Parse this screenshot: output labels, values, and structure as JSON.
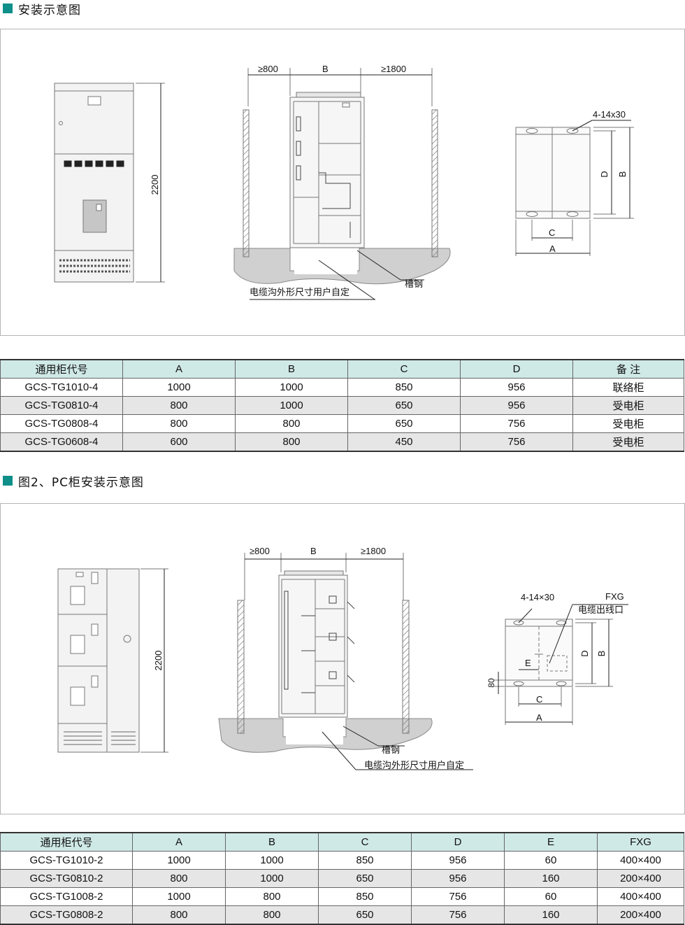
{
  "section1": {
    "title": "安装示意图",
    "labels": {
      "dim_left": "≥800",
      "dim_b": "B",
      "dim_right": "≥1800",
      "height": "2200",
      "channel_steel": "槽钢",
      "cable_trench": "电缆沟外形尺寸用户自定",
      "holes": "4-14x30",
      "c": "C",
      "a": "A",
      "d": "D",
      "b": "B"
    }
  },
  "table1": {
    "headers": [
      "通用柜代号",
      "A",
      "B",
      "C",
      "D",
      "备 注"
    ],
    "rows": [
      [
        "GCS-TG1010-4",
        "1000",
        "1000",
        "850",
        "956",
        "联络柜"
      ],
      [
        "GCS-TG0810-4",
        "800",
        "1000",
        "650",
        "956",
        "受电柜"
      ],
      [
        "GCS-TG0808-4",
        "800",
        "800",
        "650",
        "756",
        "受电柜"
      ],
      [
        "GCS-TG0608-4",
        "600",
        "800",
        "450",
        "756",
        "受电柜"
      ]
    ]
  },
  "section2": {
    "title": "图2、PC柜安装示意图",
    "labels": {
      "dim_left": "≥800",
      "dim_b": "B",
      "dim_right": "≥1800",
      "height": "2200",
      "channel_steel": "槽钢",
      "cable_trench": "电缆沟外形尺寸用户自定",
      "holes": "4-14×30",
      "fxg": "FXG",
      "outlet": "电缆出线口",
      "e": "E",
      "d": "D",
      "b": "B",
      "eighty": "80",
      "c": "C",
      "a": "A"
    }
  },
  "table2": {
    "headers": [
      "通用柜代号",
      "A",
      "B",
      "C",
      "D",
      "E",
      "FXG"
    ],
    "rows": [
      [
        "GCS-TG1010-2",
        "1000",
        "1000",
        "850",
        "956",
        "60",
        "400×400"
      ],
      [
        "GCS-TG0810-2",
        "800",
        "1000",
        "650",
        "956",
        "160",
        "200×400"
      ],
      [
        "GCS-TG1008-2",
        "1000",
        "800",
        "850",
        "756",
        "60",
        "400×400"
      ],
      [
        "GCS-TG0808-2",
        "800",
        "800",
        "650",
        "756",
        "160",
        "200×400"
      ]
    ]
  },
  "colors": {
    "accent": "#0f8f8a",
    "header_bg": "#cfe9e6",
    "alt_row": "#e6e6e6",
    "ground": "#d0d0d0"
  }
}
